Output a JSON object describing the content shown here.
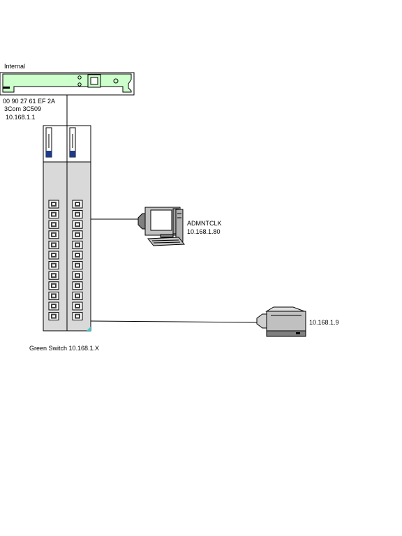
{
  "nic": {
    "location_label": "Internal",
    "mac_address": "00 90 27 61 EF 2A",
    "model": "3Com 3C509",
    "ip": "10.168.1.1",
    "card_color": "#ccffcc"
  },
  "switch": {
    "label": "Green Switch 10.168.1.X",
    "body_color": "#d9d9d9",
    "ports_per_module": 12
  },
  "workstation": {
    "hostname": "ADMNTCLK",
    "ip": "10.168.1.80"
  },
  "printer": {
    "ip": "10.168.1.9"
  }
}
